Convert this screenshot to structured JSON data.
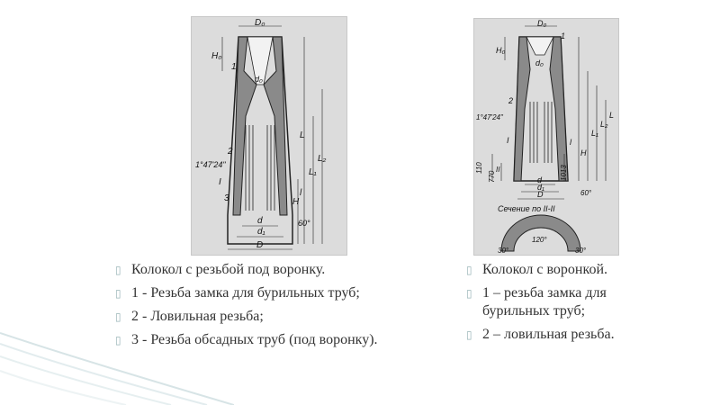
{
  "left_column": {
    "figure": {
      "labels": {
        "D0": "D₀",
        "H0": "H₀",
        "d0": "d₀",
        "L": "L",
        "L1": "L₁",
        "L2": "L₂",
        "H": "H",
        "l": "l",
        "d": "d",
        "d1": "d₁",
        "D": "D",
        "angle_thread": "1°47'24\"",
        "angle_60": "60°",
        "n1": "1",
        "n2": "2",
        "n3": "3",
        "roman": "I"
      }
    },
    "bullets": [
      "Колокол с резьбой под воронку.",
      "1 - Резьба замка для бурильных труб;",
      "2 - Ловильная резьба;",
      "3 - Резьба обсадных труб (под воронку)."
    ]
  },
  "right_column": {
    "figure": {
      "labels": {
        "D0": "D₀",
        "H0": "H₀",
        "d0": "d₀",
        "L": "L",
        "L1": "L₁",
        "L2": "L₂",
        "H": "H",
        "l": "l",
        "d": "d",
        "d1": "d₁",
        "D": "D",
        "angle_thread": "1°47'24\"",
        "angle_60": "60°",
        "n1": "1",
        "n2": "2",
        "roman": "I",
        "dim_110": "110",
        "dim_770": "770",
        "dim_1013": "1013",
        "section_title": "Сечение по II-II",
        "angle_30a": "30°",
        "angle_30b": "30°",
        "angle_120": "120°",
        "roman2": "II"
      }
    },
    "bullets": [
      "Колокол с воронкой.",
      "1 – резьба замка для бурильных труб;",
      "2 – ловильная резьба."
    ]
  },
  "style": {
    "bullet_color": "#9ab6b8",
    "text_color": "#333333",
    "figure_bg": "#dcdcdc",
    "swoosh_color": "#d7e4e6"
  }
}
